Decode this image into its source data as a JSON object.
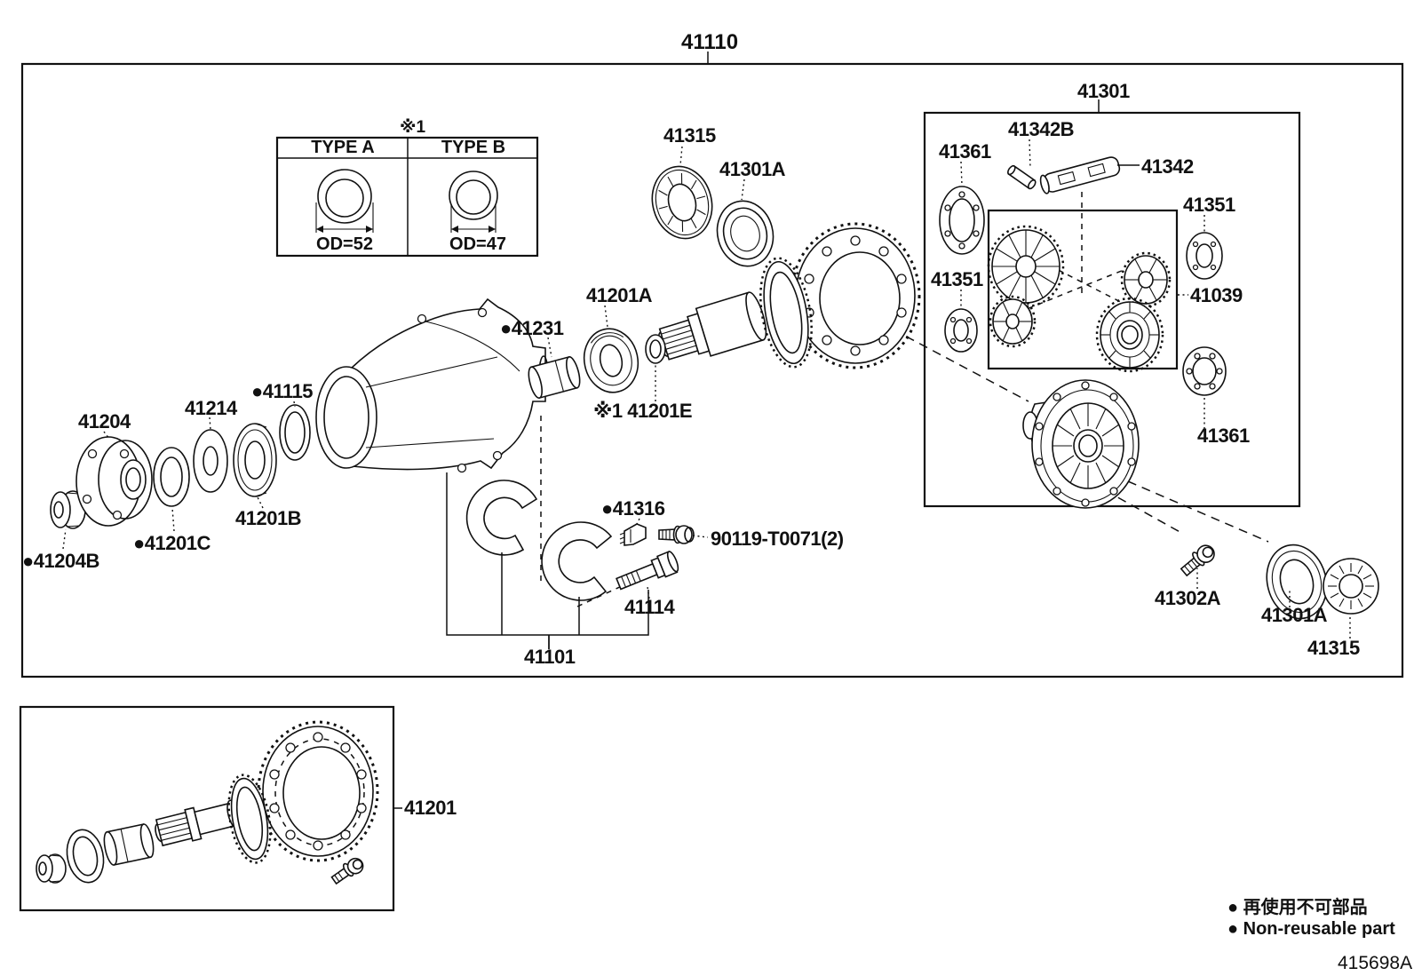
{
  "drawing_code": "415698A",
  "legend": {
    "jp": "● 再使用不可部品",
    "en": "● Non-reusable part"
  },
  "variant_table": {
    "note": "※1",
    "col_a": "TYPE A",
    "col_b": "TYPE B",
    "od_a": "OD=52",
    "od_b": "OD=47"
  },
  "parts": {
    "p41110": "41110",
    "p41301": "41301",
    "p41315_top": "41315",
    "p41301A_top": "41301A",
    "p41342B": "41342B",
    "p41361_a": "41361",
    "p41342": "41342",
    "p41351_a": "41351",
    "p41351_b": "41351",
    "p41039": "41039",
    "p41201A": "41201A",
    "p41231": "●41231",
    "p41115": "●41115",
    "p41214": "41214",
    "p41201E": "※1 41201E",
    "p41204": "41204",
    "p41361_b": "41361",
    "p41201B": "41201B",
    "p41201C": "●41201C",
    "p41316": "●41316",
    "p41204B": "●41204B",
    "p90119": "90119-T0071(2)",
    "p41302A": "41302A",
    "p41114": "41114",
    "p41301A_bottom": "41301A",
    "p41101": "41101",
    "p41315_bottom": "41315",
    "p41201": "41201"
  }
}
